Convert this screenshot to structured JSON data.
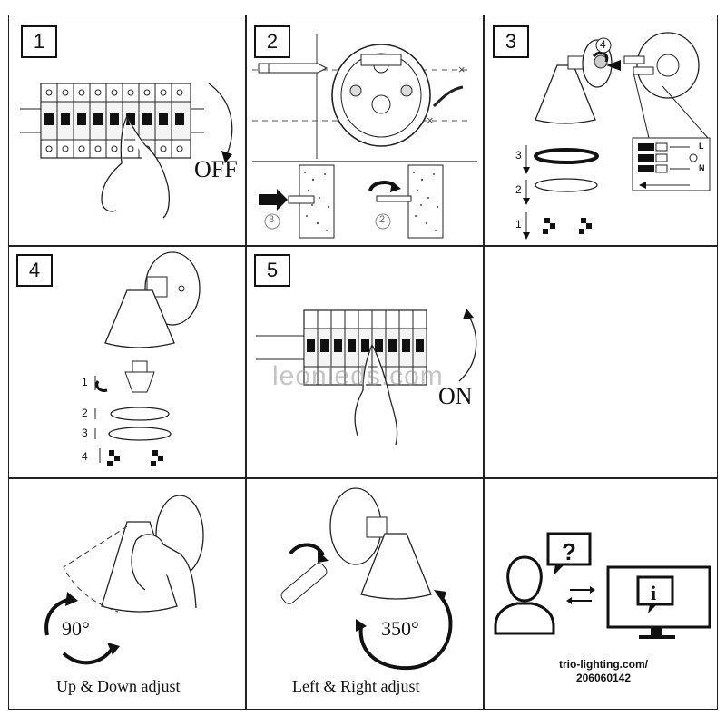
{
  "steps": {
    "s1": {
      "number": "1",
      "action": "OFF"
    },
    "s2": {
      "number": "2",
      "sub_a": "3",
      "sub_b": "2"
    },
    "s3": {
      "number": "3",
      "sub_4": "4",
      "sub_3": "3",
      "sub_2": "2",
      "sub_1": "1",
      "wire_l": "L",
      "wire_n": "N"
    },
    "s4": {
      "number": "4",
      "sub_1": "1",
      "sub_2": "2",
      "sub_3": "3",
      "sub_4": "4"
    },
    "s5": {
      "number": "5",
      "action": "ON"
    }
  },
  "adjust": {
    "updown": {
      "angle": "90°",
      "caption": "Up & Down adjust"
    },
    "leftright": {
      "angle": "350°",
      "caption": "Left & Right adjust"
    }
  },
  "support": {
    "url_line1": "trio-lighting.com/",
    "url_line2": "206060142",
    "question_icon": "question-icon",
    "info_icon": "info-icon"
  },
  "watermark": "leonleds.com"
}
